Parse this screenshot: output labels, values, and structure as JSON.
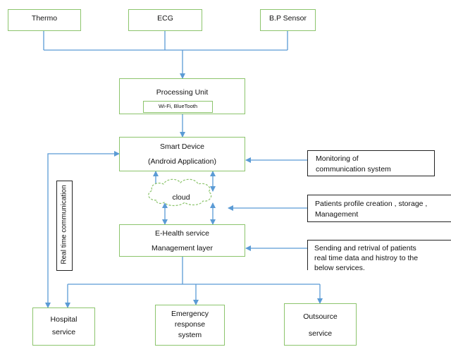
{
  "nodes": {
    "thermo": "Thermo",
    "ecg": "ECG",
    "bp_sensor": "B.P Sensor",
    "processing_unit": "Processing Unit",
    "processing_sub": "Wi-Fi, BlueTooth",
    "smart_device_l1": "Smart Device",
    "smart_device_l2": "(Android Application)",
    "cloud": "cloud",
    "ehealth_l1": "E-Health service",
    "ehealth_l2": "Management layer",
    "hospital_l1": "Hospital",
    "hospital_l2": "service",
    "emergency_l1": "Emergency",
    "emergency_l2": "response",
    "emergency_l3": "system",
    "outsource_l1": "Outsource",
    "outsource_l2": "service"
  },
  "notes": {
    "monitoring_l1": "Monitoring of",
    "monitoring_l2": "communication system",
    "profile_l1": "Patients profile creation , storage ,",
    "profile_l2": "Management",
    "sending_l1": "Sending and retrival of patients",
    "sending_l2": "real time data and histroy to the",
    "sending_l3": "below services."
  },
  "side_label": "Real time communication",
  "colors": {
    "box_border": "#8cc46c",
    "connector": "#5b9bd5",
    "note_border": "#222222"
  }
}
